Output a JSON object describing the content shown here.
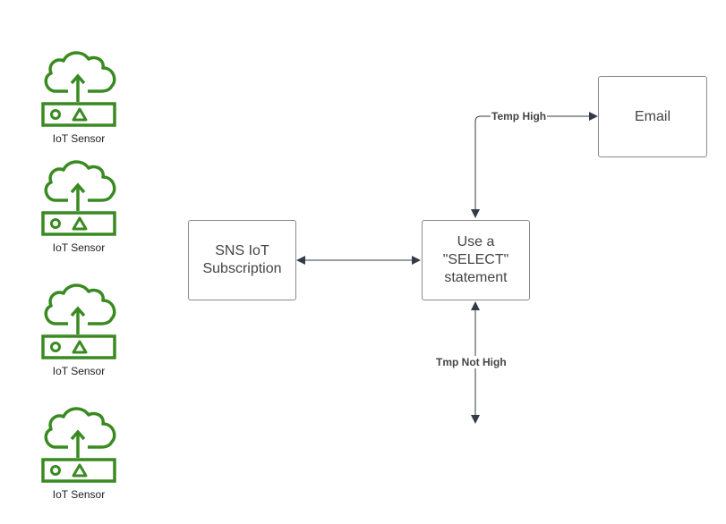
{
  "sensors": [
    {
      "label": "IoT Sensor",
      "icon": "iot-cloud-upload-icon"
    },
    {
      "label": "IoT Sensor",
      "icon": "iot-cloud-upload-icon"
    },
    {
      "label": "IoT Sensor",
      "icon": "iot-cloud-upload-icon"
    },
    {
      "label": "IoT Sensor",
      "icon": "iot-cloud-upload-icon"
    }
  ],
  "nodes": {
    "sns": "SNS IoT\nSubscription",
    "select": "Use a\n\"SELECT\"\nstatement",
    "email": "Email"
  },
  "edges": {
    "temp_high": "Temp High",
    "tmp_not_high": "Tmp Not High"
  },
  "colors": {
    "sensor_green": "#3a8a22",
    "arrow": "#333b48",
    "box_border": "#8a8a8a"
  }
}
